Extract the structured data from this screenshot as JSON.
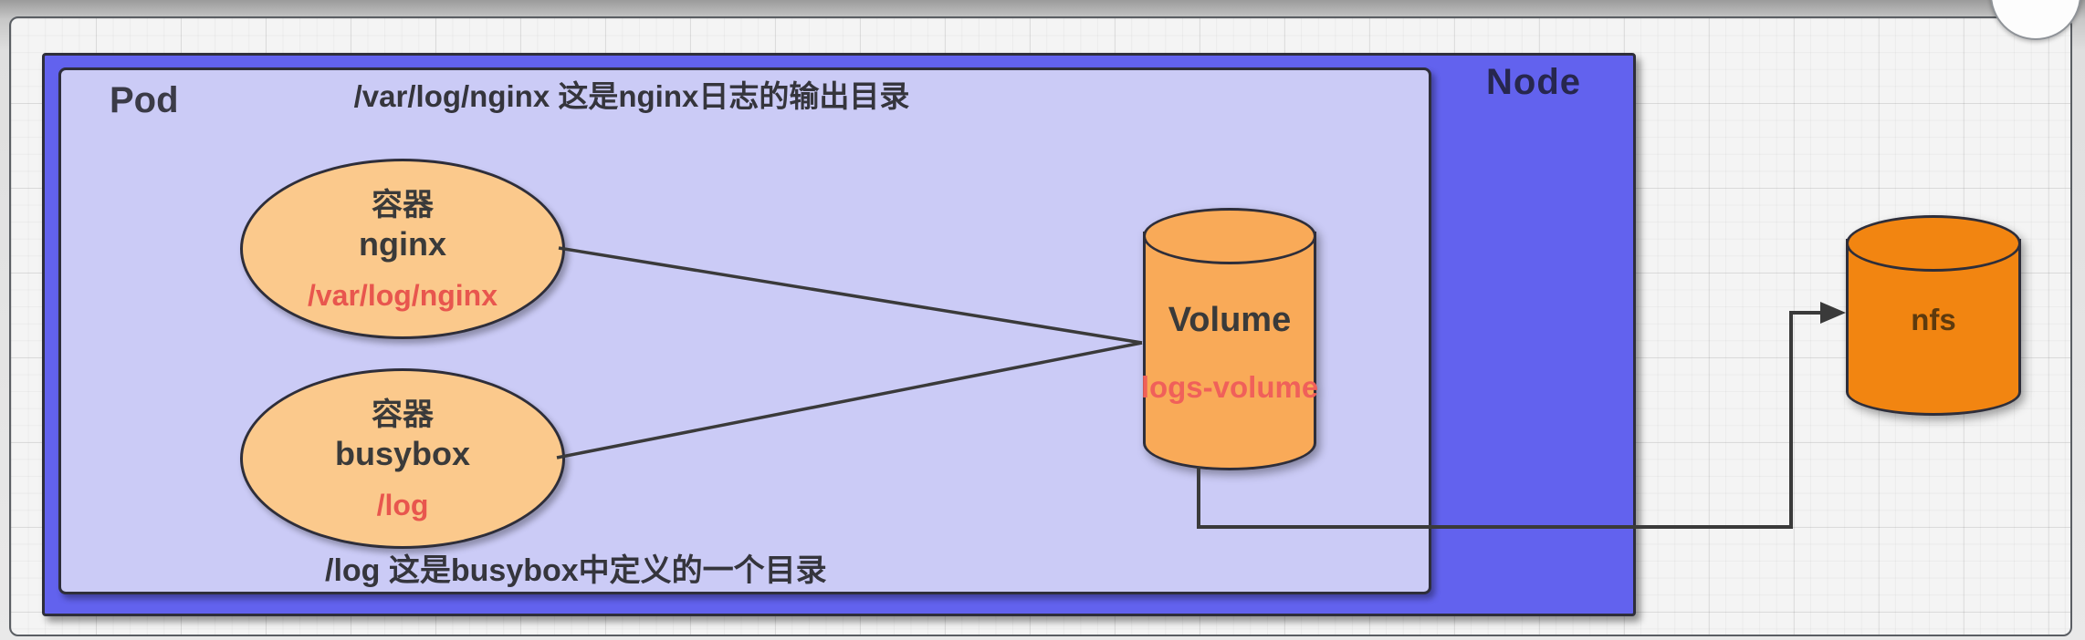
{
  "diagram": {
    "node_label": "Node",
    "pod_label": "Pod",
    "top_annotation": "/var/log/nginx 这是nginx日志的输出目录",
    "bottom_annotation": "/log 这是busybox中定义的一个目录",
    "containers": [
      {
        "type_label": "容器",
        "name": "nginx",
        "mount_path": "/var/log/nginx"
      },
      {
        "type_label": "容器",
        "name": "busybox",
        "mount_path": "/log"
      }
    ],
    "volume": {
      "label": "Volume",
      "name": "logs-volume"
    },
    "nfs": {
      "label": "nfs"
    },
    "colors": {
      "node_fill": "#6262ee",
      "pod_fill": "#cbcbf6",
      "container_fill": "#fbc98c",
      "volume_fill": "#f9aa58",
      "nfs_fill": "#f28511",
      "mount_path_text": "#e8564e",
      "volume_name_text": "#f0605a",
      "connector_line": "#3a3a3a"
    }
  }
}
